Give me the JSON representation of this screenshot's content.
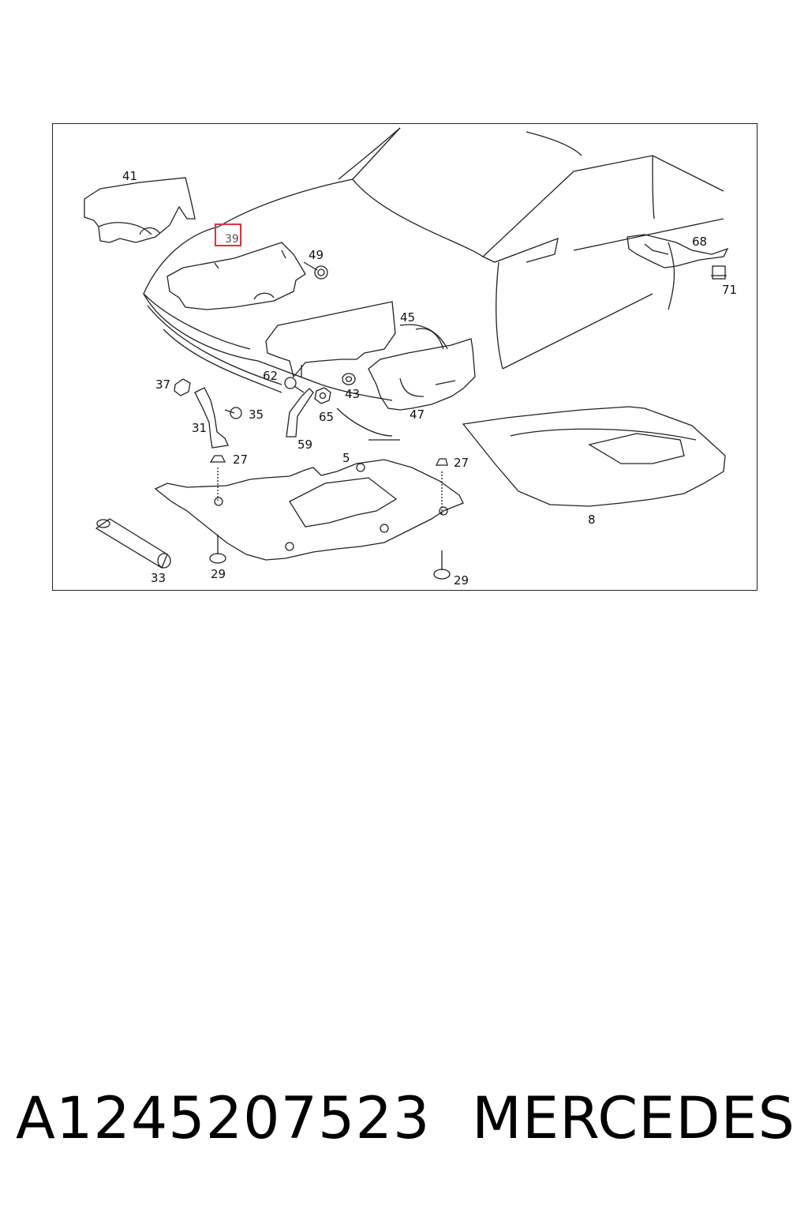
{
  "diagram": {
    "highlighted_callout": "39",
    "highlight_color": "#e0323a",
    "callouts": {
      "c41": "41",
      "c39": "39",
      "c49": "49",
      "c68": "68",
      "c71": "71",
      "c45": "45",
      "c62": "62",
      "c43": "43",
      "c37": "37",
      "c35": "35",
      "c65": "65",
      "c47": "47",
      "c31": "31",
      "c59": "59",
      "c27a": "27",
      "c5": "5",
      "c27b": "27",
      "c8": "8",
      "c33": "33",
      "c29a": "29",
      "c29b": "29"
    }
  },
  "caption": {
    "part_number": "A1245207523",
    "brand": "MERCEDES"
  }
}
